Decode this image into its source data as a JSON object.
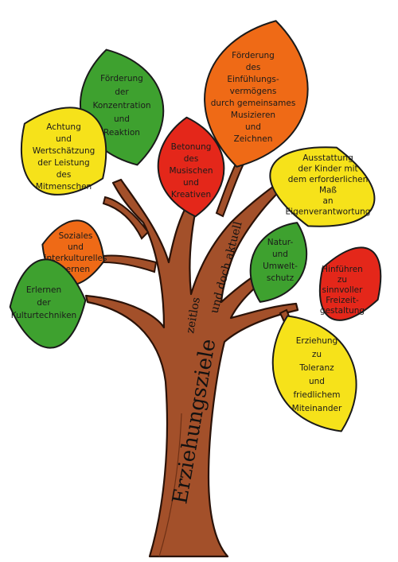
{
  "trunk": {
    "main": "Erziehungsziele",
    "sub1": "zeitlos",
    "sub2": "und doch aktuell"
  },
  "colors": {
    "trunk": "#a3502a",
    "trunk_stroke": "#2a1208",
    "green": "#3ea12f",
    "yellow": "#f6e21a",
    "orange": "#ef6a16",
    "red": "#e4271a",
    "outline": "#1a1a1a"
  },
  "leaves": [
    {
      "id": "konzentration",
      "color": "green",
      "lines": [
        "Förderung",
        "der",
        "Konzentration",
        "und",
        "Reaktion"
      ]
    },
    {
      "id": "einfuehlung",
      "color": "orange",
      "lines": [
        "Förderung",
        "des",
        "Einfühlungs-",
        "vermögens",
        "durch gemeinsames",
        "Musizieren",
        "und",
        "Zeichnen"
      ]
    },
    {
      "id": "achtung",
      "color": "yellow",
      "lines": [
        "Achtung",
        "und",
        "Wertschätzung",
        "der Leistung",
        "des",
        "Mitmenschen"
      ]
    },
    {
      "id": "musisch",
      "color": "red",
      "lines": [
        "Betonung",
        "des",
        "Musischen",
        "und",
        "Kreativen"
      ]
    },
    {
      "id": "ausstattung",
      "color": "yellow",
      "lines": [
        "Ausstattung",
        "der Kinder mit",
        "dem erforderlichen",
        "Maß",
        "an",
        "Eigenverantwortung"
      ]
    },
    {
      "id": "sozial",
      "color": "orange",
      "lines": [
        "Soziales",
        "und",
        "interkulturelles",
        "Lernen"
      ]
    },
    {
      "id": "natur",
      "color": "green",
      "lines": [
        "Natur-",
        "und",
        "Umwelt-",
        "schutz"
      ]
    },
    {
      "id": "freizeit",
      "color": "red",
      "lines": [
        "Hinführen",
        "zu",
        "sinnvoller",
        "Freizeit-",
        "gestaltung"
      ]
    },
    {
      "id": "kultur",
      "color": "green",
      "lines": [
        "Erlernen",
        "der",
        "Kulturtechniken"
      ]
    },
    {
      "id": "toleranz",
      "color": "yellow",
      "lines": [
        "Erziehung",
        "zu",
        "Toleranz",
        "und",
        "friedlichem",
        "Miteinander"
      ]
    }
  ]
}
